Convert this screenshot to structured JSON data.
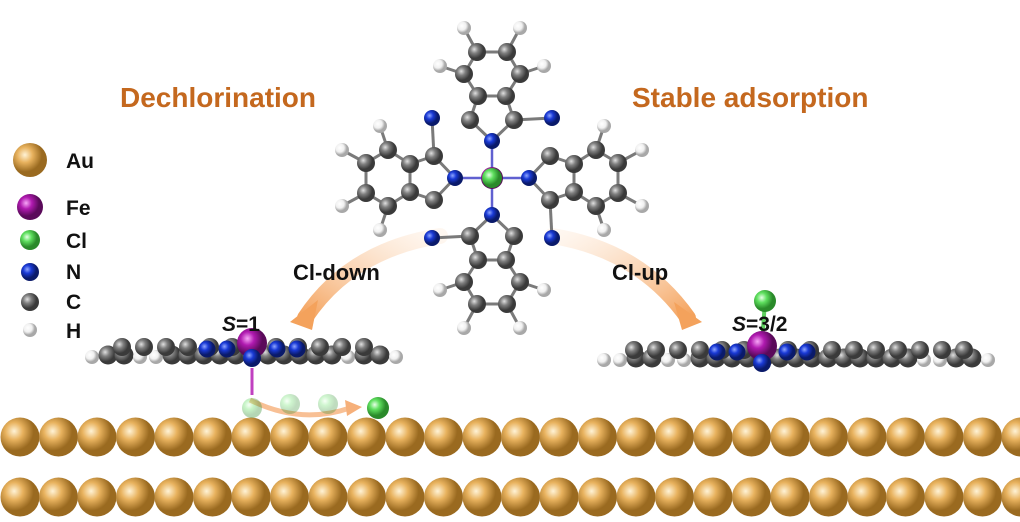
{
  "titles": {
    "left": "Dechlorination",
    "right": "Stable adsorption"
  },
  "legend": [
    {
      "label": "Au",
      "color": "#e8b25e"
    },
    {
      "label": "Fe",
      "color": "#b01ab0"
    },
    {
      "label": "Cl",
      "color": "#5fe05f"
    },
    {
      "label": "N",
      "color": "#1a3ad6"
    },
    {
      "label": "C",
      "color": "#808080"
    },
    {
      "label": "H",
      "color": "#f2f2f2"
    }
  ],
  "arrows": {
    "left": "Cl-down",
    "right": "Cl-up"
  },
  "spin": {
    "left": {
      "symbol": "S",
      "value": "=1"
    },
    "right": {
      "symbol": "S",
      "value": "=3/2"
    }
  },
  "colors": {
    "arrow": "#f4a25c",
    "title": "#c4681e"
  }
}
